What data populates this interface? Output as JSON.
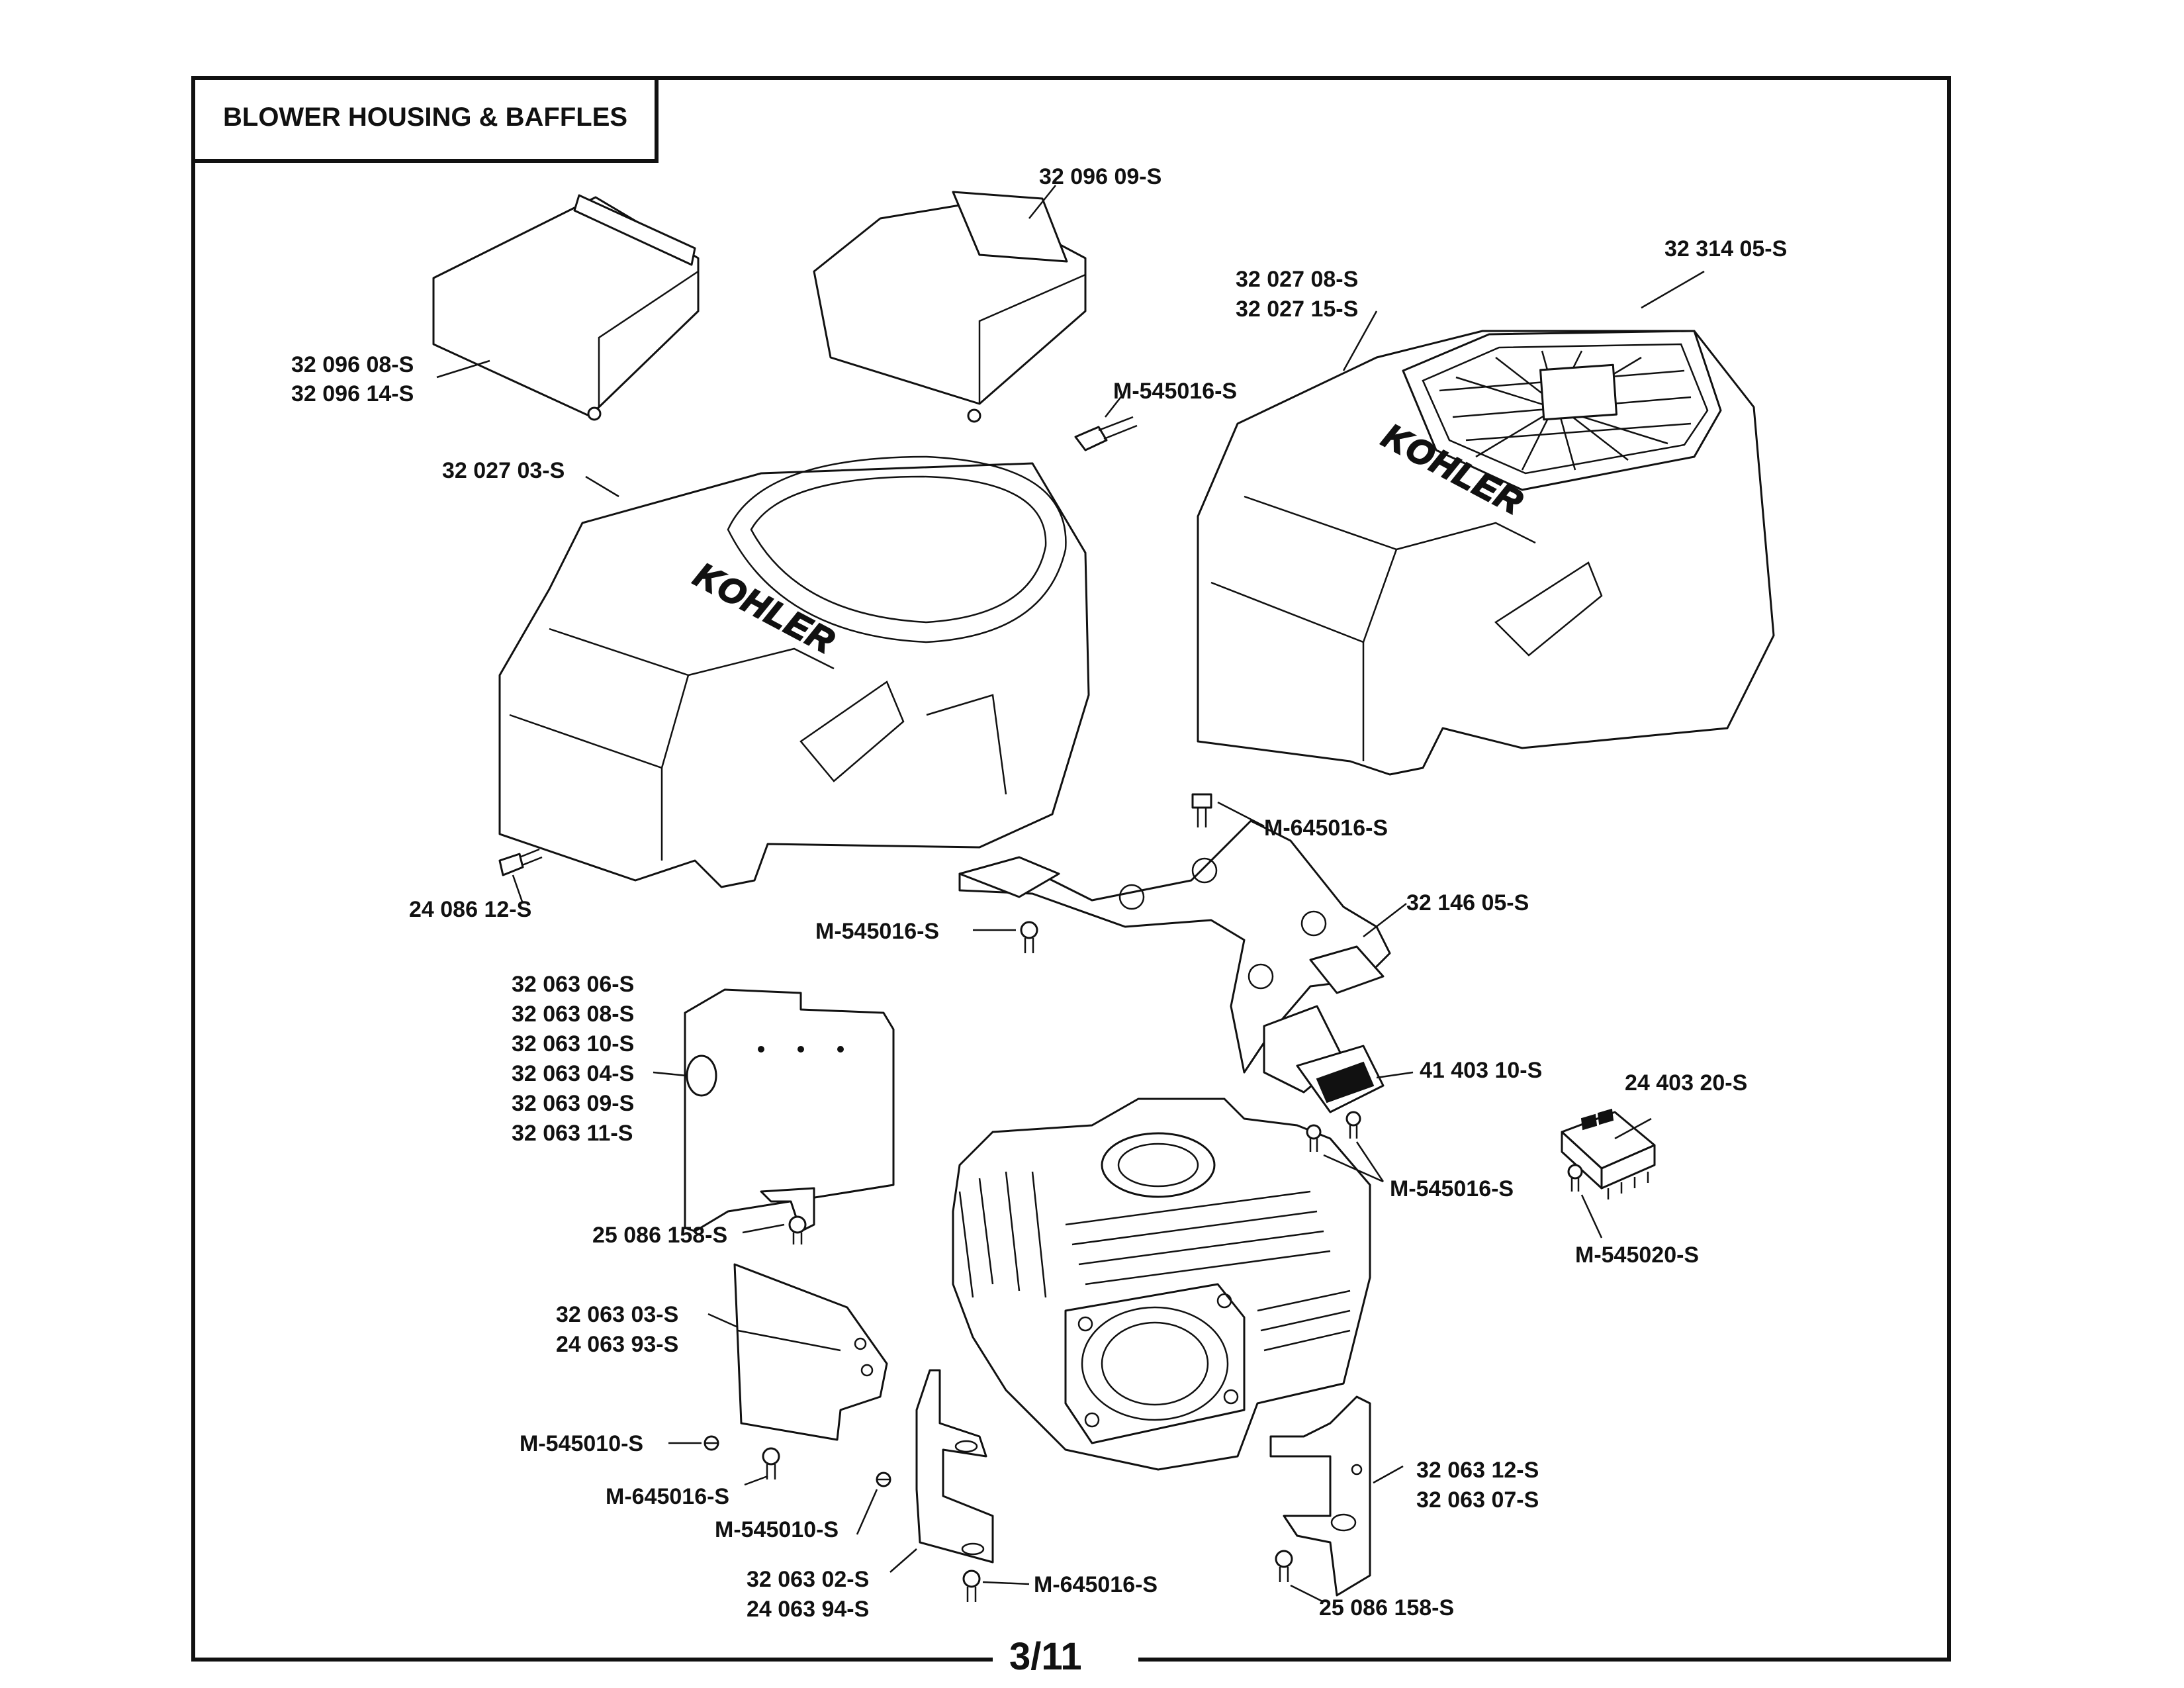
{
  "title": "BLOWER HOUSING & BAFFLES",
  "page_number": "3/11",
  "brand": "KOHLER",
  "labels": {
    "l01": "32 096 09-S",
    "l02": "32 314 05-S",
    "l03a": "32 027 08-S",
    "l03b": "32 027 15-S",
    "l04a": "32 096 08-S",
    "l04b": "32 096 14-S",
    "l05": "M-545016-S",
    "l06": "32 027 03-S",
    "l07": "M-645016-S",
    "l08": "24 086 12-S",
    "l09": "32 146 05-S",
    "l10": "M-545016-S",
    "l11a": "32 063 06-S",
    "l11b": "32 063 08-S",
    "l11c": "32 063 10-S",
    "l11d": "32 063 04-S",
    "l11e": "32 063 09-S",
    "l11f": "32 063 11-S",
    "l12": "41 403 10-S",
    "l13": "24 403 20-S",
    "l14": "M-545016-S",
    "l15": "M-545020-S",
    "l16": "25 086 158-S",
    "l17a": "32 063 03-S",
    "l17b": "24 063 93-S",
    "l18": "M-545010-S",
    "l19": "M-645016-S",
    "l20": "M-545010-S",
    "l21a": "32 063 12-S",
    "l21b": "32 063 07-S",
    "l22a": "32 063 02-S",
    "l22b": "24 063 94-S",
    "l23": "M-645016-S",
    "l24": "25 086 158-S"
  }
}
